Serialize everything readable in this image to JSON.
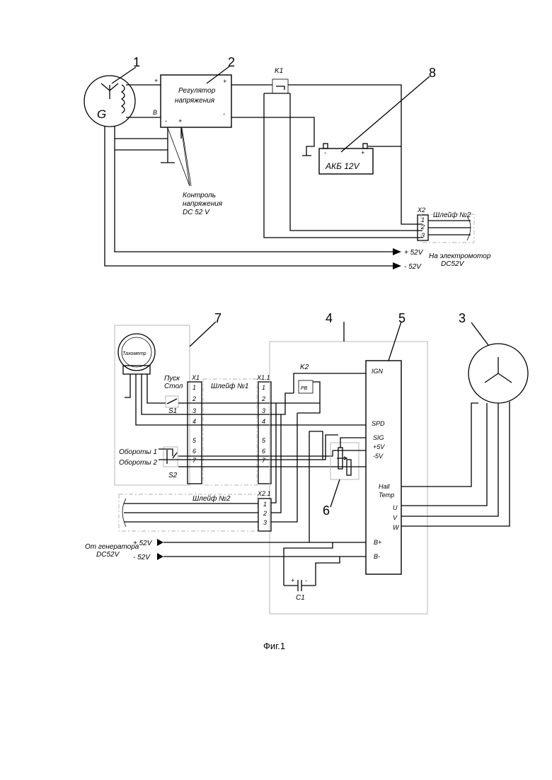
{
  "figure_caption": "Фиг.1",
  "callouts": {
    "c1": "1",
    "c2": "2",
    "c3": "3",
    "c4": "4",
    "c5": "5",
    "c6": "6",
    "c7": "7",
    "c8": "8"
  },
  "top": {
    "generator_letter": "G",
    "plus": "+",
    "minus": "-",
    "b_terminal": "B",
    "regulator_line1": "Регулятор",
    "regulator_line2": "напряжения",
    "relay_k1": "K1",
    "battery": "АКБ 12V",
    "control_line1": "Контроль",
    "control_line2": "напряжения",
    "control_line3": "DC 52 V",
    "connector_x2": "X2",
    "loop2": "Шлейф №2",
    "pins": [
      "1",
      "2",
      "3"
    ],
    "out_plus": "+ 52V",
    "out_minus": "- 52V",
    "motor_line1": "На электромотор",
    "motor_line2": "DC52V"
  },
  "bottom": {
    "tachometer": "Тахометр",
    "start_line1": "Пуск",
    "start_line2": "Стол",
    "s1": "S1",
    "s2": "S2",
    "rev1": "Обороты 1",
    "rev2": "Обороты 2",
    "x1": "X1",
    "x11": "X1.1",
    "loop1": "Шлейф №1",
    "x21": "X2.1",
    "loop2": "Шлейф №2",
    "pins7": [
      "1",
      "2",
      "3",
      "4",
      "5",
      "6",
      "7"
    ],
    "pins3": [
      "1",
      "2",
      "3"
    ],
    "k2": "K2",
    "rb": "РВ",
    "ctrl_ign": "IGN",
    "ctrl_spd": "SPD",
    "ctrl_sig": "SIG",
    "ctrl_p5": "+5V",
    "ctrl_m5": "-5V",
    "ctrl_hall": "Hall",
    "ctrl_temp": "Temp",
    "ctrl_u": "U",
    "ctrl_v": "V",
    "ctrl_w": "W",
    "ctrl_bp": "B+",
    "ctrl_bm": "B-",
    "in_plus": "+ 52V",
    "in_minus": "- 52V",
    "gen_line1": "От генератора",
    "gen_line2": "DC52V",
    "c1": "C1",
    "cap_plus": "+",
    "cap_minus": "-"
  }
}
